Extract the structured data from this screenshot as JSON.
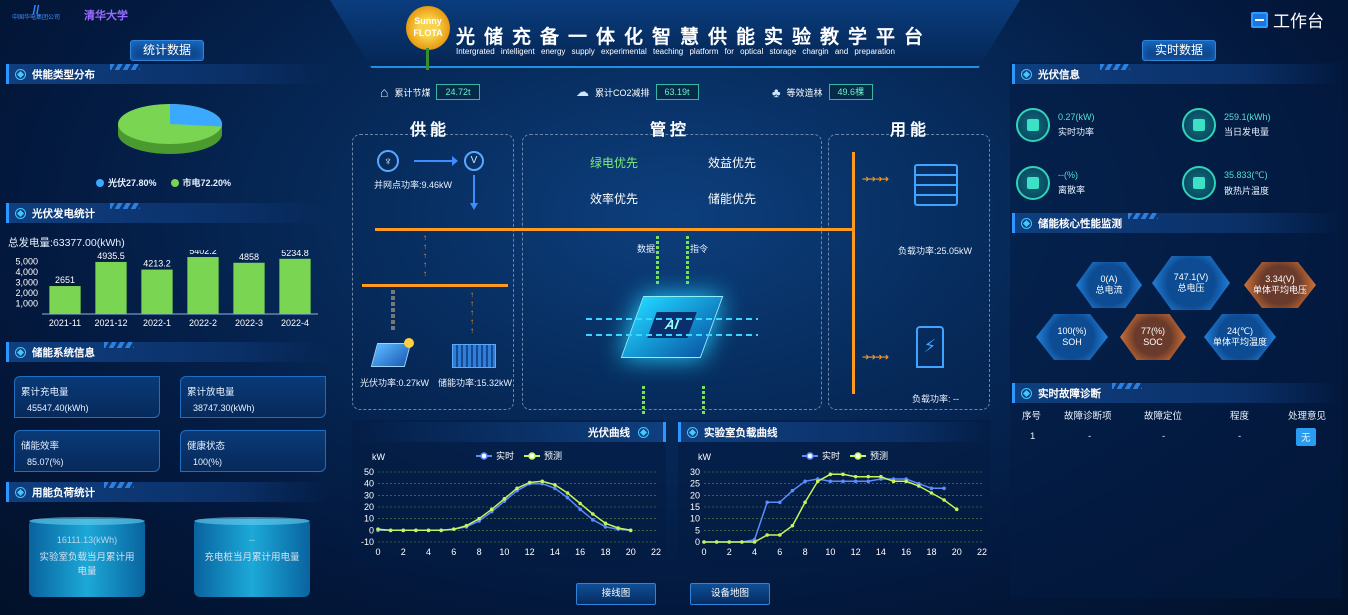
{
  "header": {
    "logo_left": "中国华电集团公司",
    "logo_right": "清华大学",
    "sun_badge": "Sunny FLOTA",
    "title": "光储充备一体化智慧供能实验教学平台",
    "subtitle": "Intergrated intelligent energy supply experimental teaching platform for optical storage chargin and preparation",
    "workbench": "工作台"
  },
  "left": {
    "section_button": "统计数据",
    "pie_title": "供能类型分布",
    "pie": {
      "legend": [
        {
          "label": "光伏27.80%",
          "color": "#3aa9ff",
          "value": 27.8
        },
        {
          "label": "市电72.20%",
          "color": "#79d552",
          "value": 72.2
        }
      ]
    },
    "pv_title": "光伏发电统计",
    "pv_total": "总发电量:63377.00(kWh)",
    "storage_title": "储能系统信息",
    "storage": [
      {
        "label": "累计充电量",
        "value": "45547.40(kWh)"
      },
      {
        "label": "累计放电量",
        "value": "38747.30(kWh)"
      },
      {
        "label": "储能效率",
        "value": "85.07(%)"
      },
      {
        "label": "健康状态",
        "value": "100(%)"
      }
    ],
    "load_title": "用能负荷统计",
    "load": [
      {
        "value": "16111.13(kWh)",
        "label": "实验室负载当月累计用电量"
      },
      {
        "value": "--",
        "label": "充电桩当月累计用电量"
      }
    ]
  },
  "center": {
    "stats": [
      {
        "label": "累计节煤",
        "value": "24.72t"
      },
      {
        "label": "累计CO2减排",
        "value": "63.19t"
      },
      {
        "label": "等效造林",
        "value": "49.6棵"
      }
    ],
    "supply_title": "供能",
    "control_title": "管控",
    "use_title": "用能",
    "grid_power": "并网点功率:9.46kW",
    "pv_power": "光伏功率:0.27kW",
    "storage_power": "储能功率:15.32kW",
    "controls": [
      "绿电优先",
      "效益优先",
      "效率优先",
      "储能优先"
    ],
    "data_label": "数据",
    "cmd_label": "指令",
    "load_power": "负载功率:25.05kW",
    "charger_power": "负载功率: --",
    "pv_curve_title": "光伏曲线",
    "lab_curve_title": "实验室负载曲线",
    "legend_real": "实时",
    "legend_pred": "预测",
    "unit": "kW",
    "btn_wiring": "接线图",
    "btn_map": "设备地图"
  },
  "right": {
    "section_button": "实时数据",
    "pv_info_title": "光伏信息",
    "pv_info": [
      {
        "value": "0.27(kW)",
        "label": "实时功率"
      },
      {
        "value": "259.1(kWh)",
        "label": "当日发电量"
      },
      {
        "value": "--(%)",
        "label": "离散率"
      },
      {
        "value": "35.833(℃)",
        "label": "散热片温度"
      }
    ],
    "bms_title": "储能核心性能监测",
    "bms": [
      {
        "value": "0(A)",
        "label": "总电流",
        "style": "blue"
      },
      {
        "value": "747.1(V)",
        "label": "总电压",
        "style": "blue"
      },
      {
        "value": "3.34(V)",
        "label": "单体平均电压",
        "style": "orng"
      },
      {
        "value": "100(%)",
        "label": "SOH",
        "style": "blue"
      },
      {
        "value": "77(%)",
        "label": "SOC",
        "style": "orng"
      },
      {
        "value": "24(℃)",
        "label": "单体平均温度",
        "style": "blue"
      }
    ],
    "fault_title": "实时故障诊断",
    "fault_headers": [
      "序号",
      "故障诊断项",
      "故障定位",
      "程度",
      "处理意见"
    ],
    "fault_row": [
      "1",
      "-",
      "-",
      "-",
      "无"
    ]
  },
  "chart_data": [
    {
      "type": "bar",
      "title": "光伏发电统计",
      "categories": [
        "2021-11",
        "2021-12",
        "2022-1",
        "2022-2",
        "2022-3",
        "2022-4"
      ],
      "values": [
        2651,
        4935.5,
        4213.2,
        5402.2,
        4858,
        5234.8
      ],
      "yticks": [
        1000,
        2000,
        3000,
        4000,
        5000
      ],
      "ylim": [
        0,
        5500
      ],
      "color": "#79d552"
    },
    {
      "type": "line",
      "title": "光伏曲线",
      "ylabel": "kW",
      "xlim": [
        0,
        22
      ],
      "ylim": [
        -10,
        50
      ],
      "xticks": [
        0,
        2,
        4,
        6,
        8,
        10,
        12,
        14,
        16,
        18,
        20,
        22
      ],
      "yticks": [
        -10,
        0,
        10,
        20,
        30,
        40,
        50
      ],
      "series": [
        {
          "name": "实时",
          "color": "#5c8bff",
          "x": [
            0,
            1,
            2,
            3,
            4,
            5,
            6,
            7,
            8,
            9,
            10,
            11,
            12,
            13,
            14,
            15,
            16,
            17,
            18,
            19,
            20
          ],
          "y": [
            0,
            0,
            0,
            0,
            0,
            0,
            1,
            3,
            8,
            16,
            25,
            34,
            40,
            40,
            36,
            28,
            18,
            9,
            3,
            1,
            0
          ]
        },
        {
          "name": "预测",
          "color": "#c6f55a",
          "x": [
            0,
            1,
            2,
            3,
            4,
            5,
            6,
            7,
            8,
            9,
            10,
            11,
            12,
            13,
            14,
            15,
            16,
            17,
            18,
            19,
            20
          ],
          "y": [
            1,
            0,
            0,
            0,
            0,
            0,
            1,
            4,
            10,
            18,
            27,
            36,
            41,
            42,
            39,
            32,
            23,
            14,
            6,
            2,
            0
          ]
        }
      ]
    },
    {
      "type": "line",
      "title": "实验室负载曲线",
      "ylabel": "kW",
      "xlim": [
        0,
        22
      ],
      "ylim": [
        0,
        30
      ],
      "xticks": [
        0,
        2,
        4,
        6,
        8,
        10,
        12,
        14,
        16,
        18,
        20,
        22
      ],
      "yticks": [
        0,
        5,
        10,
        15,
        20,
        25,
        30
      ],
      "series": [
        {
          "name": "实时",
          "color": "#5c8bff",
          "x": [
            0,
            1,
            2,
            3,
            4,
            5,
            6,
            7,
            8,
            9,
            10,
            11,
            12,
            13,
            14,
            15,
            16,
            17,
            18,
            19
          ],
          "y": [
            0,
            0,
            0,
            0,
            1,
            17,
            17,
            22,
            26,
            27,
            26,
            26,
            26,
            26,
            27,
            27,
            27,
            25,
            23,
            23
          ]
        },
        {
          "name": "预测",
          "color": "#c6f55a",
          "x": [
            0,
            1,
            2,
            3,
            4,
            5,
            6,
            7,
            8,
            9,
            10,
            11,
            12,
            13,
            14,
            15,
            16,
            17,
            18,
            19,
            20
          ],
          "y": [
            0,
            0,
            0,
            0,
            0,
            3,
            3,
            7,
            17,
            26,
            29,
            29,
            28,
            28,
            28,
            26,
            26,
            24,
            21,
            18,
            14
          ]
        }
      ]
    }
  ]
}
